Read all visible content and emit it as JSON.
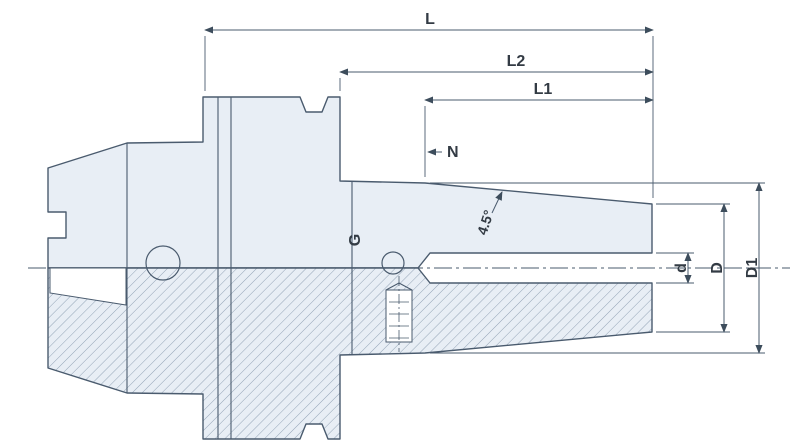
{
  "drawing": {
    "labels": {
      "L": "L",
      "L2": "L2",
      "L1": "L1",
      "N": "N",
      "G": "G",
      "angle": "4.5°",
      "d": "d",
      "D": "D",
      "D1": "D1"
    },
    "colors": {
      "outline": "#4a5b6e",
      "fill": "#e8eef5",
      "hatch": "#7d90a6",
      "dimension": "#4a5b6e",
      "text": "#333b44",
      "background": "#ffffff"
    }
  }
}
